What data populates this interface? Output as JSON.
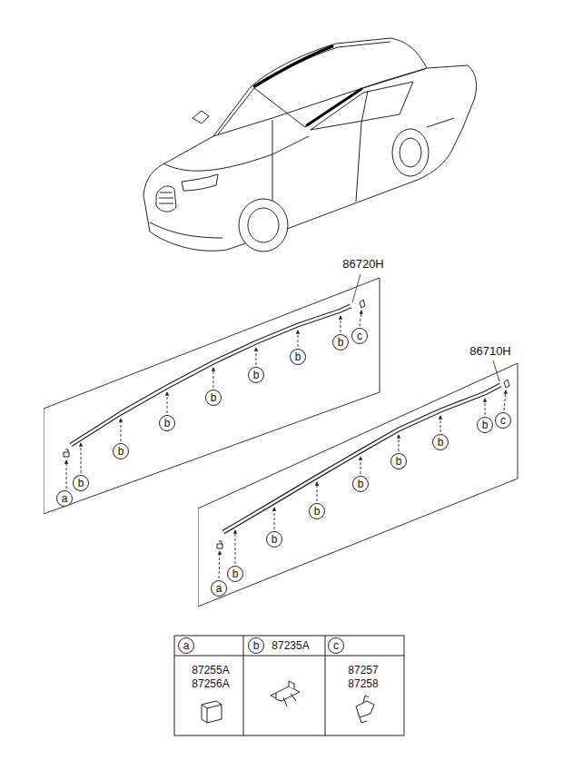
{
  "diagram": {
    "nodes": [
      {
        "text": [
          "86720H"
        ]
      },
      {
        "text": [
          "a"
        ],
        "in": 0
      },
      {
        "text": [
          "b"
        ],
        "in": 0
      },
      {
        "text": [
          "b"
        ],
        "in": 0
      },
      {
        "text": [
          "b"
        ],
        "in": 0
      },
      {
        "text": [
          "b"
        ],
        "in": 0
      },
      {
        "text": [
          "b"
        ],
        "in": 0
      },
      {
        "text": [
          "b"
        ],
        "in": 0
      },
      {
        "text": [
          "b"
        ],
        "in": 0
      },
      {
        "text": [
          "c"
        ],
        "in": 0
      },
      {
        "text": [
          "86710H"
        ]
      },
      {
        "text": [
          "a"
        ],
        "in": 10
      },
      {
        "text": [
          "b"
        ],
        "in": 10
      },
      {
        "text": [
          "b"
        ],
        "in": 10
      },
      {
        "text": [
          "b"
        ],
        "in": 10
      },
      {
        "text": [
          "b"
        ],
        "in": 10
      },
      {
        "text": [
          "b"
        ],
        "in": 10
      },
      {
        "text": [
          "b"
        ],
        "in": 10
      },
      {
        "text": [
          "b"
        ],
        "in": 10
      },
      {
        "text": [
          "c"
        ],
        "in": 10
      },
      {
        "text": [
          "a"
        ]
      },
      {
        "text": [
          "b"
        ]
      },
      {
        "text": [
          "c"
        ]
      }
    ],
    "labels": [
      "87235A",
      "87255A",
      "87256A",
      "87257",
      "87258"
    ]
  }
}
